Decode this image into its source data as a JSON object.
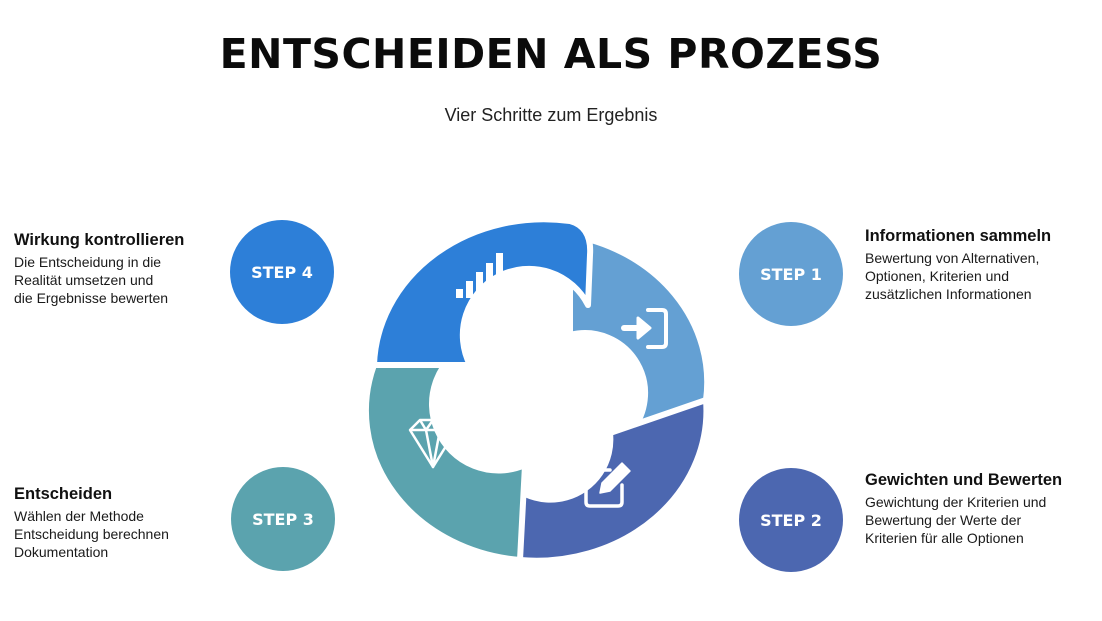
{
  "title": "ENTSCHEIDEN ALS PROZESS",
  "subtitle": "Vier Schritte zum Ergebnis",
  "colors": {
    "step1": "#64a0d3",
    "step2": "#4c67b0",
    "step3": "#5ba3ae",
    "step4": "#2d7fd8"
  },
  "steps": [
    {
      "badge": "STEP 1",
      "heading": "Informationen sammeln",
      "lines": [
        "Bewertung von Alternativen,",
        "Optionen, Kriterien und",
        "zusätzlichen Informationen"
      ],
      "icon": "sign-in-icon"
    },
    {
      "badge": "STEP 2",
      "heading": "Gewichten und Bewerten",
      "lines": [
        "Gewichtung der Kriterien und",
        "Bewertung der Werte der",
        "Kriterien für alle Optionen"
      ],
      "icon": "edit-icon"
    },
    {
      "badge": "STEP 3",
      "heading": "Entscheiden",
      "lines": [
        "Wählen der Methode",
        "Entscheidung berechnen",
        "Dokumentation"
      ],
      "icon": "diamond-icon"
    },
    {
      "badge": "STEP 4",
      "heading": "Wirkung kontrollieren",
      "lines": [
        "Die Entscheidung in die",
        "Realität umsetzen und",
        "die Ergebnisse bewerten"
      ],
      "icon": "signal-bars-icon"
    }
  ]
}
